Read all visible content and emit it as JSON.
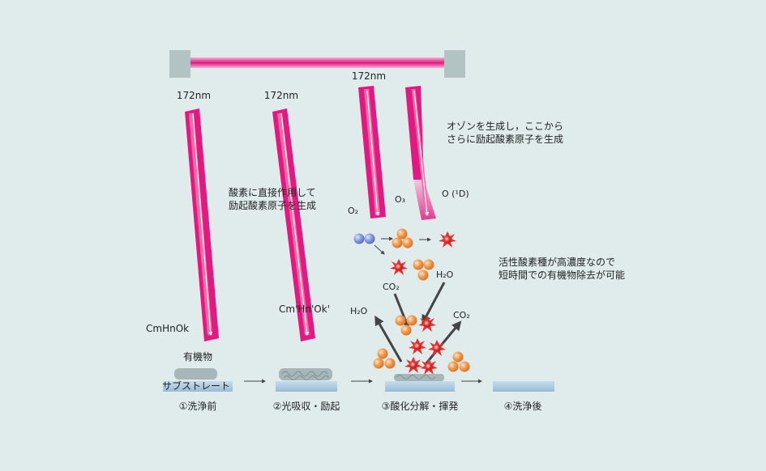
{
  "beams": {
    "left": "172nm",
    "middle": "172nm",
    "right": "172nm"
  },
  "notes": {
    "direct_line1": "酸素に直接作用して",
    "direct_line2": "励起酸素原子を生成",
    "ozone_line1": "オゾンを生成し，ここから",
    "ozone_line2": "さらに励起酸素原子を生成",
    "active_line1": "活性酸素種が高濃度なので",
    "active_line2": "短時間での有機物除去が可能"
  },
  "species": {
    "o2": "O₂",
    "o3": "O₃",
    "o1d": "O (¹D)",
    "co2_a": "CO₂",
    "h2o_a": "H₂O",
    "h2o_b": "H₂O",
    "co2_b": "CO₂"
  },
  "labels": {
    "cmhnok": "CmHnOk",
    "cmhnok_prime": "Cm'Hn'Ok'",
    "organic": "有機物",
    "substrate": "サブストレート"
  },
  "steps": [
    "①洗浄前",
    "②光吸収・励起",
    "③酸化分解・揮発",
    "④洗浄後"
  ],
  "colors": {
    "background": "#e0ecec",
    "beam": "#e0187a",
    "substrate": "#a9c9dd",
    "oxygen_atom": "#f0964a",
    "o2_molecule": "#7a8fd0",
    "excited": "#e53030",
    "arrow": "#444444"
  }
}
